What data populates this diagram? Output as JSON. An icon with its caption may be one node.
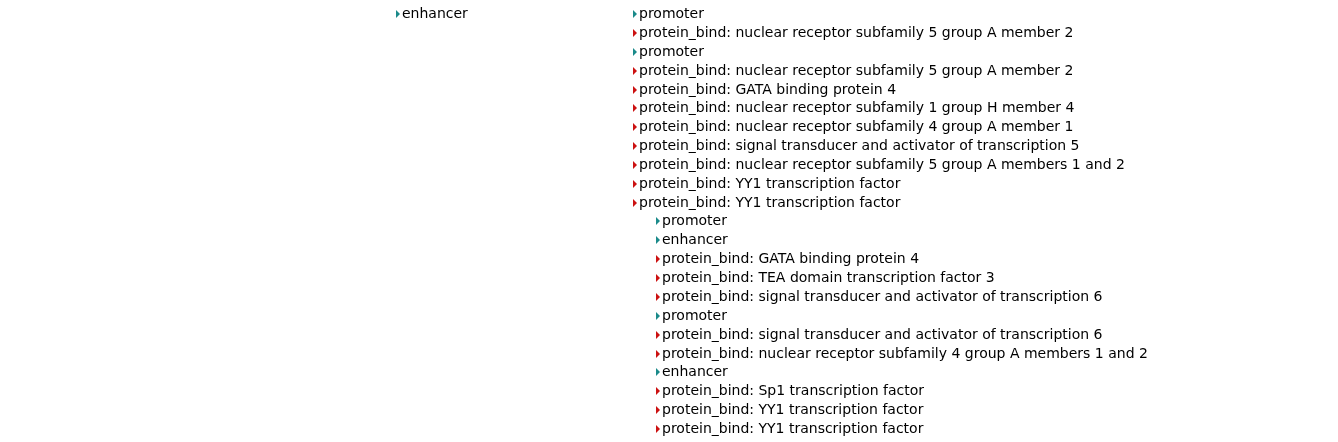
{
  "diagram": {
    "labels": [
      "enhancer",
      "promoter",
      "protein_bind: nuclear receptor subfamily 5 group A member 2",
      "promoter",
      "protein_bind: nuclear receptor subfamily 5 group A member 2",
      "protein_bind: GATA binding protein 4",
      "protein_bind: nuclear receptor subfamily 1 group H member 4",
      "protein_bind: nuclear receptor subfamily 4 group A member 1",
      "protein_bind: signal transducer and activator of transcription 5",
      "protein_bind: nuclear receptor subfamily 5 group A members 1 and 2",
      "protein_bind: YY1 transcription factor",
      "protein_bind: YY1 transcription factor",
      "promoter",
      "enhancer",
      "protein_bind: GATA binding protein 4",
      "protein_bind: TEA domain transcription factor 3",
      "protein_bind: signal transducer and activator of transcription 6",
      "promoter",
      "protein_bind: signal transducer and activator of transcription 6",
      "protein_bind: nuclear receptor subfamily 4 group A members 1 and 2",
      "enhancer",
      "protein_bind: Sp1 transcription factor",
      "protein_bind: YY1 transcription factor",
      "protein_bind: YY1 transcription factor"
    ]
  }
}
